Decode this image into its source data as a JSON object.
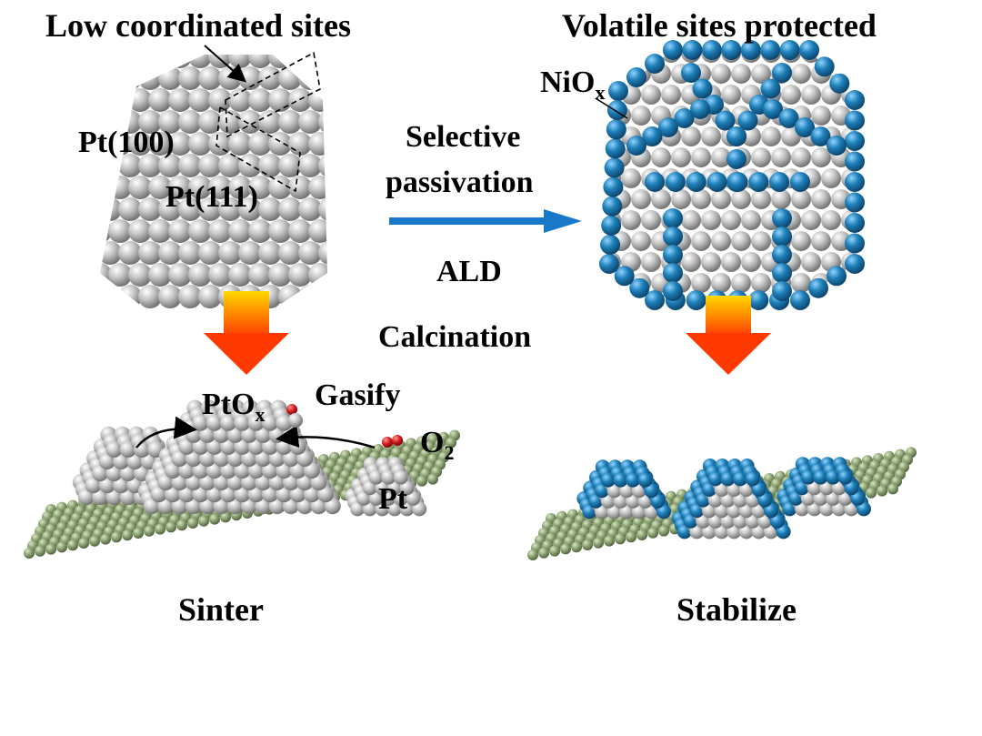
{
  "titles": {
    "left": "Low coordinated sites",
    "right": "Volatile sites protected"
  },
  "labels": {
    "facet_100": "Pt(100)",
    "facet_111": "Pt(111)",
    "niox_main": "NiO",
    "niox_sub": "x",
    "selective": "Selective",
    "passivation": "passivation",
    "ald": "ALD",
    "calcination": "Calcination",
    "ptox_main": "PtO",
    "ptox_sub": "x",
    "gasify": "Gasify",
    "o2_main": "O",
    "o2_sub": "2",
    "pt": "Pt",
    "sinter": "Sinter",
    "stabilize": "Stabilize"
  },
  "colors": {
    "platinum": "#b9b9b9",
    "nickel_oxide": "#1e7fb8",
    "support": "#8aa070",
    "process_arrow": "#1a78c8",
    "down_arrow_top": "#ffd800",
    "down_arrow_bottom": "#ff3a00",
    "oxygen": "#d42020"
  }
}
